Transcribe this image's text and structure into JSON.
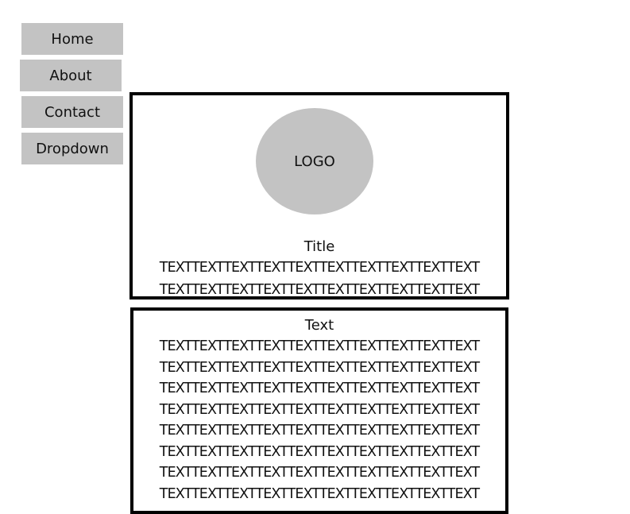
{
  "nav": {
    "items": [
      {
        "label": "Home"
      },
      {
        "label": "About"
      },
      {
        "label": "Contact"
      },
      {
        "label": "Dropdown"
      }
    ]
  },
  "hero": {
    "logo_text": "LOGO",
    "title": "Title",
    "lines": [
      "TEXTTEXTTEXTTEXTTEXTTEXTTEXTTEXTTEXTTEXT",
      "TEXTTEXTTEXTTEXTTEXTTEXTTEXTTEXTTEXTTEXT"
    ]
  },
  "text_section": {
    "title": "Text",
    "lines": [
      "TEXTTEXTTEXTTEXTTEXTTEXTTEXTTEXTTEXTTEXT",
      "TEXTTEXTTEXTTEXTTEXTTEXTTEXTTEXTTEXTTEXT",
      "TEXTTEXTTEXTTEXTTEXTTEXTTEXTTEXTTEXTTEXT",
      "TEXTTEXTTEXTTEXTTEXTTEXTTEXTTEXTTEXTTEXT",
      "TEXTTEXTTEXTTEXTTEXTTEXTTEXTTEXTTEXTTEXT",
      "TEXTTEXTTEXTTEXTTEXTTEXTTEXTTEXTTEXTTEXT",
      "TEXTTEXTTEXTTEXTTEXTTEXTTEXTTEXTTEXTTEXT",
      "TEXTTEXTTEXTTEXTTEXTTEXTTEXTTEXTTEXTTEXT"
    ]
  },
  "colors": {
    "nav_bg": "#c3c3c3",
    "logo_bg": "#c3c3c3",
    "border": "#000000"
  }
}
